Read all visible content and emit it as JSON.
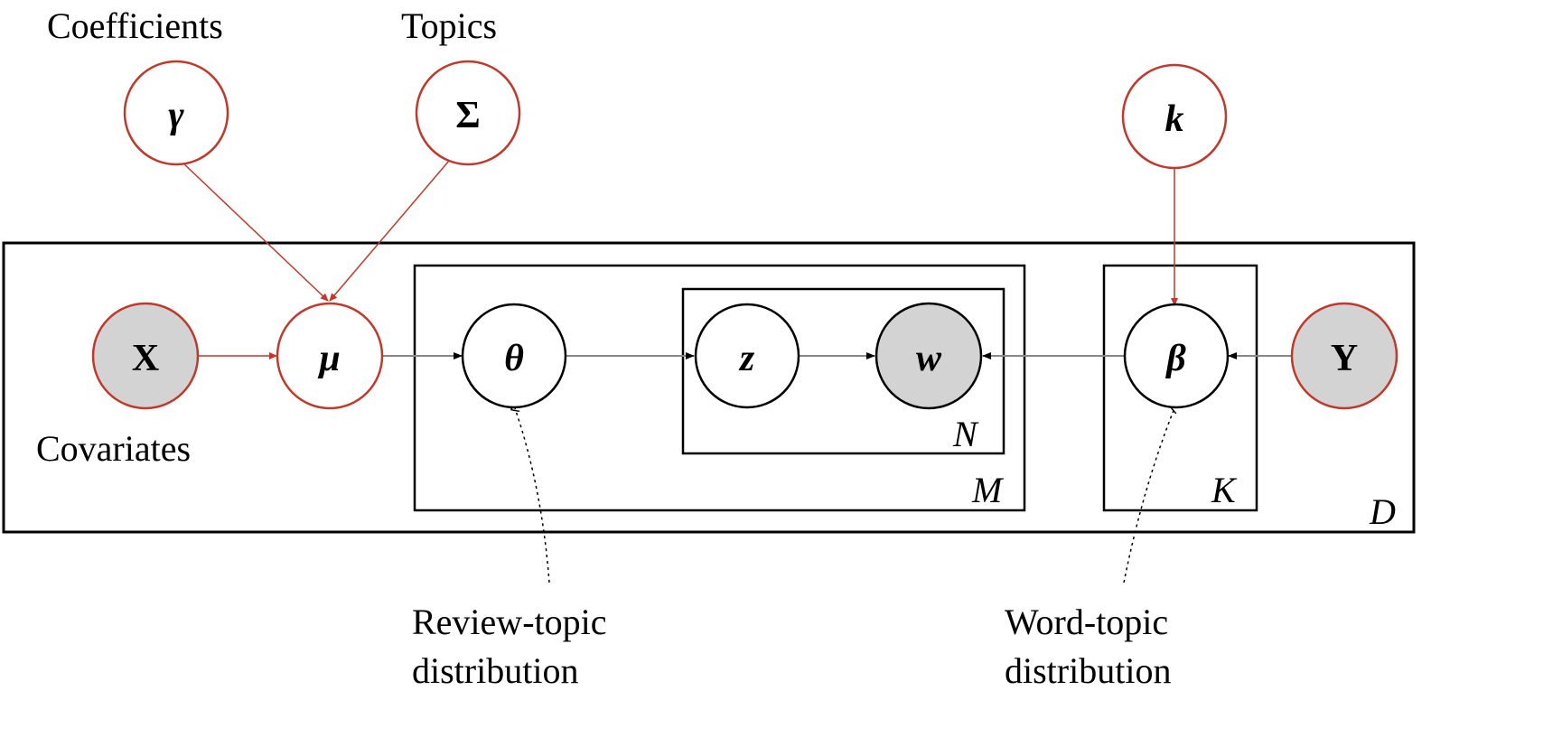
{
  "labels": {
    "coefficients": "Coefficients",
    "topics": "Topics",
    "covariates": "Covariates",
    "review_topic_line1": "Review-topic",
    "review_topic_line2": "distribution",
    "word_topic_line1": "Word-topic",
    "word_topic_line2": "distribution"
  },
  "nodes": {
    "gamma": "γ",
    "sigma": "Σ",
    "k": "k",
    "x": "X",
    "mu": "μ",
    "theta": "θ",
    "z": "z",
    "w": "w",
    "beta": "β",
    "y": "Y"
  },
  "plates": {
    "d": "D",
    "m": "M",
    "n": "N",
    "k": "K"
  },
  "colors": {
    "prior": "#c0392b",
    "observed_fill": "#d3d3d3",
    "edge": "#888888",
    "plate": "#000000"
  }
}
